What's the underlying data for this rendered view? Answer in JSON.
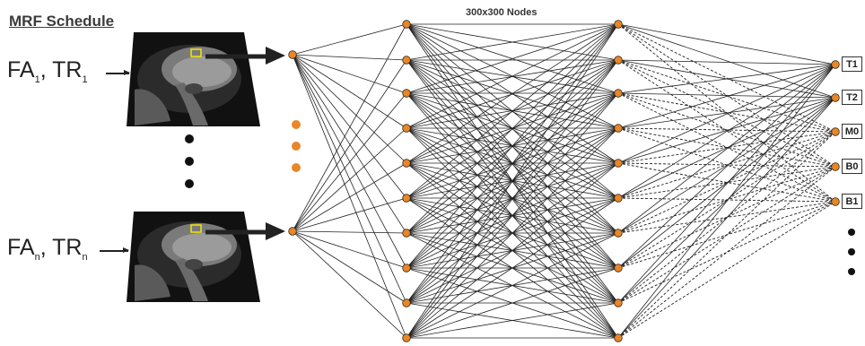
{
  "schedule": {
    "title": "MRF Schedule",
    "row1": {
      "fa": "FA",
      "fa_sub": "1",
      "tr": "TR",
      "tr_sub": "1"
    },
    "rown": {
      "fa": "FA",
      "fa_sub": "n",
      "tr": "TR",
      "tr_sub": "n"
    }
  },
  "network": {
    "hidden_title": "300x300 Nodes",
    "node_color": "#e8872a",
    "edge_color": "#222222",
    "outputs": [
      "T1",
      "T2",
      "M0",
      "B0",
      "B1"
    ],
    "outputs_solid": [
      "T1",
      "T2"
    ],
    "outputs_dashed": [
      "M0",
      "B0",
      "B1"
    ]
  },
  "icons": [
    "mri-brain-image-icon",
    "yellow-roi-box-icon",
    "big-arrow-icon",
    "ellipsis-dots-icon"
  ]
}
